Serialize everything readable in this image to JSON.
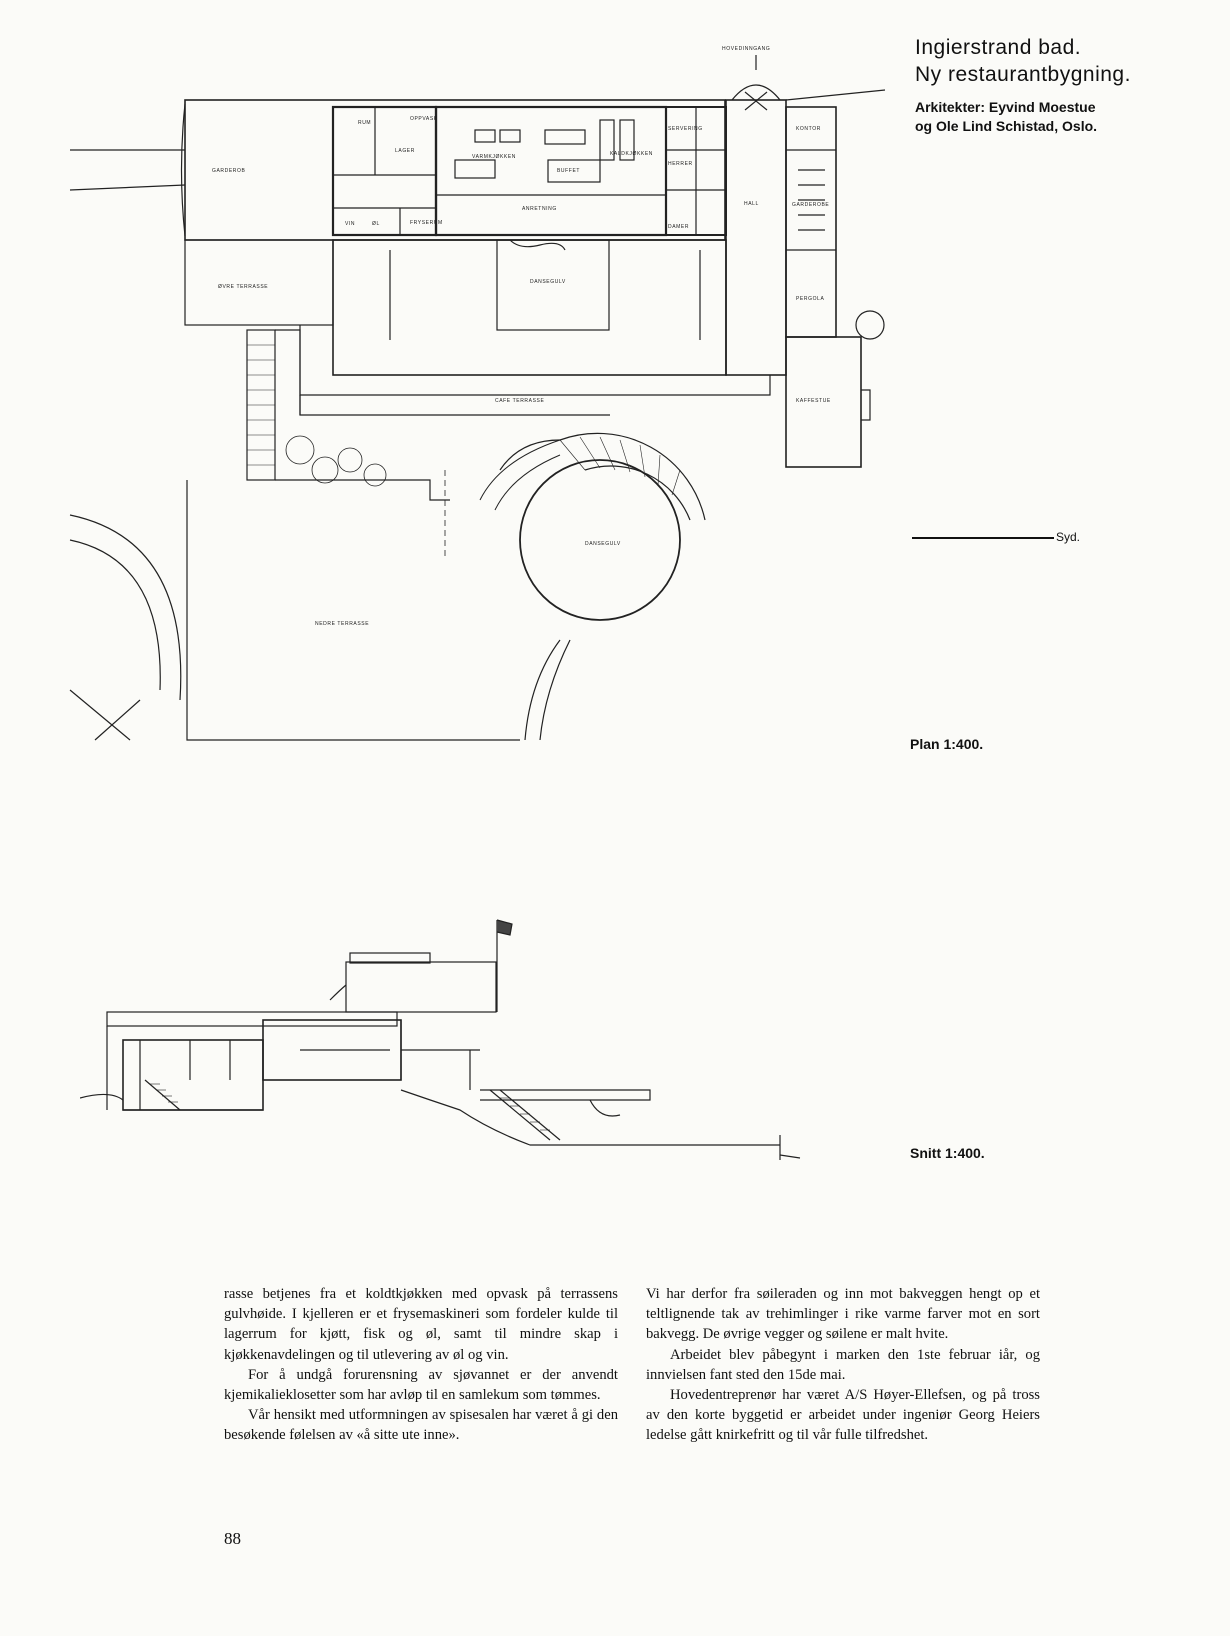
{
  "title": {
    "line1": "Ingierstrand bad.",
    "line2": "Ny restaurantbygning.",
    "architects_line1": "Arkitekter: Eyvind Moestue",
    "architects_line2": "og Ole Lind Schistad, Oslo."
  },
  "plan": {
    "caption": "Plan 1:400.",
    "south_label": "Syd.",
    "rooms": {
      "entrance": "HOVEDINNGANG",
      "garderob": "GARDEROB",
      "rum": "RUM",
      "oppvask": "OPPVASK",
      "lager": "LAGER",
      "varmkjokken": "VARMKJØKKEN",
      "kaldkjokken": "KALDKJØKKEN",
      "buffet": "BUFFET",
      "anretning": "ANRETNING",
      "servering": "SERVERING",
      "kontor": "KONTOR",
      "herrer": "HERRER",
      "damer": "DAMER",
      "hall": "HALL",
      "garderobe2": "GARDEROBE",
      "vin": "VIN",
      "ol": "ØL",
      "fryserum": "FRYSERUM",
      "ovre_terrasse": "ØVRE TERRASSE",
      "dansegulv_top": "DANSEGULV",
      "cafe_terrasse": "CAFE TERRASSE",
      "dansegulv_round": "DANSEGULV",
      "nedre_terrasse": "NEDRE TERRASSE",
      "pergola": "PERGOLA",
      "kaffestue": "KAFFESTUE"
    }
  },
  "section": {
    "caption": "Snitt 1:400."
  },
  "body": {
    "col1_p1": "rasse betjenes fra et koldtkjøkken med opvask på terrassens gulvhøide. I kjelleren er et frysemaskineri som fordeler kulde til lagerrum for kjøtt, fisk og øl, samt til mindre skap i kjøkkenavdelingen og til utlevering av øl og vin.",
    "col1_p2": "For å undgå forurensning av sjøvannet er der anvendt kjemikalieklosetter som har avløp til en samlekum som tømmes.",
    "col1_p3": "Vår hensikt med utformningen av spisesalen har været å gi den besøkende følelsen av «å sitte ute inne».",
    "col2_p1": "Vi har derfor fra søileraden og inn mot bakveggen hengt op et teltlignende tak av trehimlinger i rike varme farver mot en sort bakvegg. De øvrige vegger og søilene er malt hvite.",
    "col2_p2": "Arbeidet blev påbegynt i marken den 1ste februar iår, og innvielsen fant sted den 15de mai.",
    "col2_p3": "Hovedentreprenør har været A/S Høyer-Ellefsen, og på tross av den korte byggetid er arbeidet under ingeniør Georg Heiers ledelse gått knirkefritt og til vår fulle tilfredshet."
  },
  "page_number": "88"
}
